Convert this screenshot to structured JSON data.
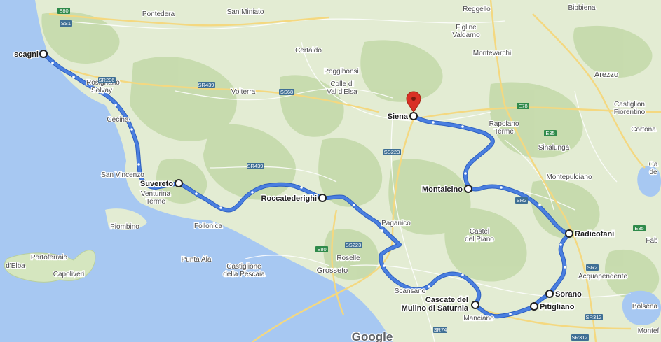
{
  "colors": {
    "land": "#e3ecd3",
    "forest": "#c6dbad",
    "water": "#a7c8f2",
    "route": "#4a7fe0",
    "route_outline": "#2d5fc0",
    "pin": "#d93025",
    "road_shield": "#3f6f94"
  },
  "route_stops": [
    {
      "name": "Siena",
      "label": "Siena"
    },
    {
      "name": "Montalcino",
      "label": "Montalcino"
    },
    {
      "name": "Radicofani",
      "label": "Radicofani"
    },
    {
      "name": "Sorano",
      "label": "Sorano"
    },
    {
      "name": "Pitigliano",
      "label": "Pitigliano"
    },
    {
      "name": "Cascate",
      "label": "Cascate del",
      "label2": "Mulino di Saturnia"
    },
    {
      "name": "Roccatederighi",
      "label": "Roccatederighi"
    },
    {
      "name": "Suvereto",
      "label": "Suvereto"
    },
    {
      "name": "Castiglioncello",
      "label": "scagni"
    }
  ],
  "places": [
    {
      "name": "pontedera",
      "label": "Pontedera"
    },
    {
      "name": "san-miniato",
      "label": "San Miniato"
    },
    {
      "name": "reggello",
      "label": "Reggello"
    },
    {
      "name": "bibbiena",
      "label": "Bibbiena"
    },
    {
      "name": "figline",
      "label": "Figline",
      "label2": "Valdarno"
    },
    {
      "name": "certaldo",
      "label": "Certaldo"
    },
    {
      "name": "montevarchi",
      "label": "Montevarchi"
    },
    {
      "name": "poggibonsi",
      "label": "Poggibonsi"
    },
    {
      "name": "colle",
      "label": "Colle di",
      "label2": "Val d'Elsa"
    },
    {
      "name": "arezzo",
      "label": "Arezzo"
    },
    {
      "name": "rosignano",
      "label": "Rosignano",
      "label2": "Solvay"
    },
    {
      "name": "volterra",
      "label": "Volterra"
    },
    {
      "name": "cecina",
      "label": "Cecina"
    },
    {
      "name": "castiglion-fiorentino",
      "label": "Castiglion",
      "label2": "Fiorentino"
    },
    {
      "name": "rapolano",
      "label": "Rapolano",
      "label2": "Terme"
    },
    {
      "name": "cortona",
      "label": "Cortona"
    },
    {
      "name": "sinalunga",
      "label": "Sinalunga"
    },
    {
      "name": "san-vincenzo",
      "label": "San Vincenzo"
    },
    {
      "name": "venturina",
      "label": "Venturina",
      "label2": "Terme"
    },
    {
      "name": "montepulciano",
      "label": "Montepulciano"
    },
    {
      "name": "piombino",
      "label": "Piombino"
    },
    {
      "name": "follonica",
      "label": "Follonica"
    },
    {
      "name": "paganico",
      "label": "Paganico"
    },
    {
      "name": "castel-del-piano",
      "label": "Castel",
      "label2": "del Piano"
    },
    {
      "name": "portoferraio",
      "label": "Portoferraio"
    },
    {
      "name": "punta-ala",
      "label": "Punta Ala"
    },
    {
      "name": "castiglione-pescaia",
      "label": "Castiglione",
      "label2": "della Pescaia"
    },
    {
      "name": "roselle",
      "label": "Roselle"
    },
    {
      "name": "grosseto",
      "label": "Grosseto"
    },
    {
      "name": "elba",
      "label": "d'Elba"
    },
    {
      "name": "capoliveri",
      "label": "Capoliveri"
    },
    {
      "name": "acquapendente",
      "label": "Acquapendente"
    },
    {
      "name": "scansano",
      "label": "Scansano"
    },
    {
      "name": "manciano",
      "label": "Manciano"
    },
    {
      "name": "bolsena",
      "label": "Bolsena"
    },
    {
      "name": "montefiascone",
      "label": "Montef"
    },
    {
      "name": "fab",
      "label": "Fab"
    },
    {
      "name": "cde",
      "label": "Ca",
      "label2": "de"
    }
  ],
  "road_shields": [
    {
      "name": "e80-north",
      "label": "E80"
    },
    {
      "name": "ss1",
      "label": "SS1"
    },
    {
      "name": "sr206",
      "label": "SR206"
    },
    {
      "name": "sr439-north",
      "label": "SR439"
    },
    {
      "name": "ss68",
      "label": "SS68"
    },
    {
      "name": "e78",
      "label": "E78"
    },
    {
      "name": "e35-north",
      "label": "E35"
    },
    {
      "name": "ss223-north",
      "label": "SS223"
    },
    {
      "name": "sr439-south",
      "label": "SR439"
    },
    {
      "name": "sr2-north",
      "label": "SR2"
    },
    {
      "name": "e35-south",
      "label": "E35"
    },
    {
      "name": "e80-south",
      "label": "E80"
    },
    {
      "name": "ss223-south",
      "label": "SS223"
    },
    {
      "name": "sr2-south",
      "label": "SR2"
    },
    {
      "name": "sr312-north",
      "label": "SR312"
    },
    {
      "name": "sr74",
      "label": "SR74"
    },
    {
      "name": "sr312-south",
      "label": "SR312"
    }
  ],
  "google_logo": "Google"
}
